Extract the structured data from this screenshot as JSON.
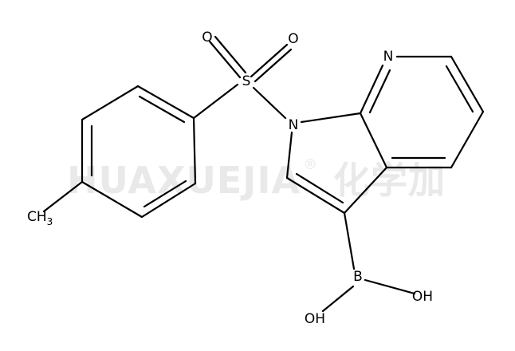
{
  "watermark": {
    "text": "HUAXUEJIA",
    "registered_mark": "®",
    "chinese": "化学加"
  },
  "atoms": {
    "O1": "O",
    "O2": "O",
    "S": "S",
    "N_pyrrole": "N",
    "N_pyridine": "N",
    "B": "B",
    "OH1": "OH",
    "OH2": "OH",
    "methyl": {
      "main": "CH",
      "subscript": "3"
    }
  },
  "colors": {
    "bond": "#000000",
    "text": "#000000",
    "watermark": "#e9e9e9",
    "background": "#ffffff"
  }
}
